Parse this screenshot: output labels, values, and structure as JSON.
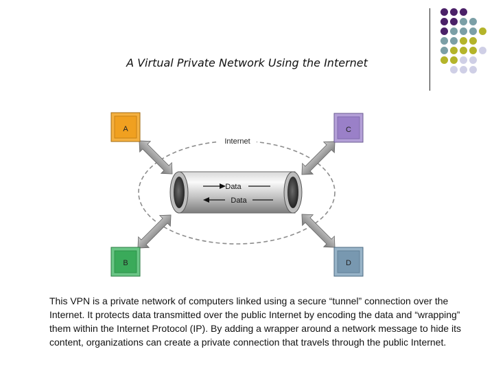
{
  "slide": {
    "title": "A Virtual Private Network Using the Internet",
    "description": "This VPN is a private network of computers linked using a secure “tunnel” connection over the Internet. It protects data transmitted over the public Internet by encoding the data and “wrapping” them within the Internet Protocol (IP). By adding a wrapper around a network message to hide its content, organizations can create a private connection that travels through the public Internet."
  },
  "diagram": {
    "cloud_label": "Internet",
    "tunnel_labels": {
      "forward": "Data",
      "reverse": "Data"
    },
    "nodes": [
      {
        "id": "a",
        "label": "A",
        "color": "#f0a020"
      },
      {
        "id": "b",
        "label": "B",
        "color": "#3aaa5a"
      },
      {
        "id": "c",
        "label": "C",
        "color": "#9a80c8"
      },
      {
        "id": "d",
        "label": "D",
        "color": "#7898b0"
      }
    ]
  },
  "decoration": {
    "dot_colors": {
      "purple": "#4b2168",
      "teal": "#7b9fa6",
      "olive": "#b4b42a",
      "lavender": "#cfcfe6"
    }
  }
}
